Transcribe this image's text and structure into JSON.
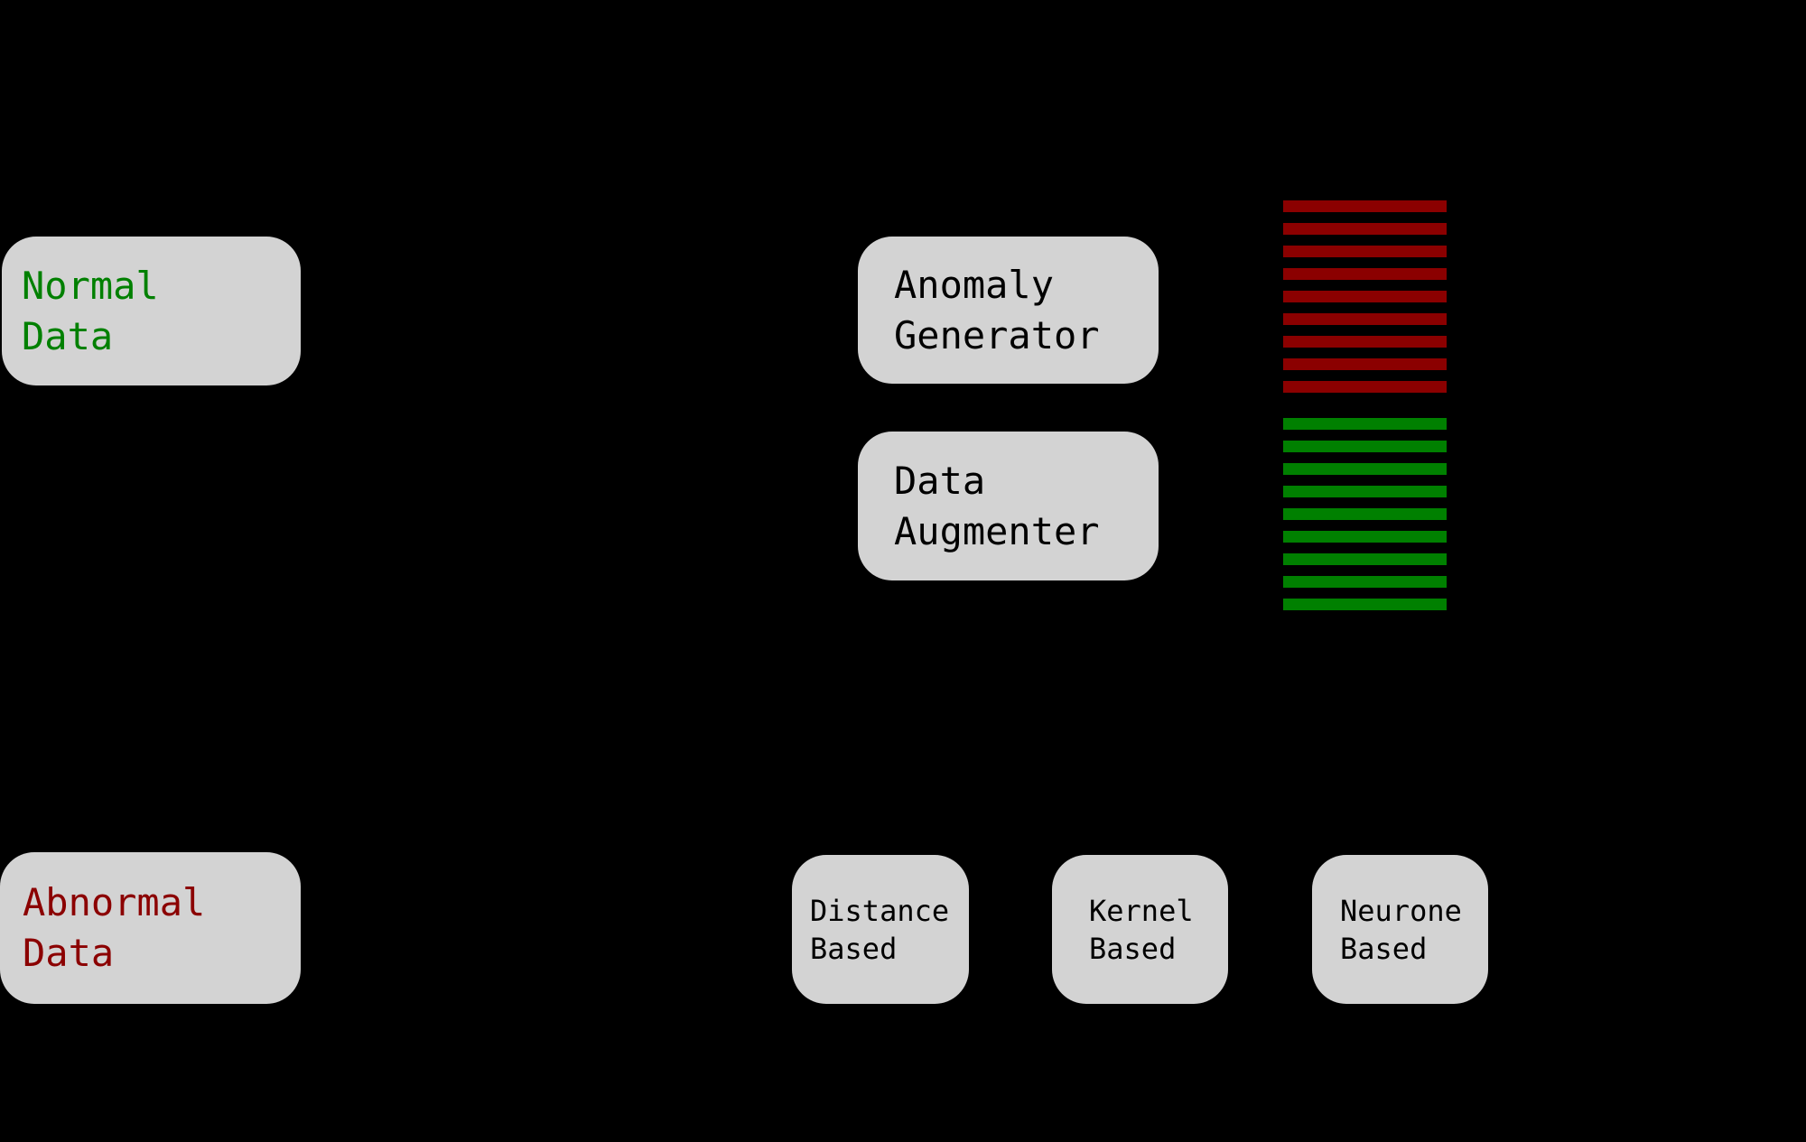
{
  "diagram": {
    "background_color": "#000000",
    "node_fill_color": "#d3d3d3",
    "nodes": {
      "normal_data": {
        "label": "Normal\nData",
        "text_color": "#008000"
      },
      "anomaly_generator": {
        "label": "Anomaly\nGenerator",
        "text_color": "#000000"
      },
      "data_augmenter": {
        "label": "Data\nAugmenter",
        "text_color": "#000000"
      },
      "abnormal_data": {
        "label": "Abnormal\nData",
        "text_color": "#8b0000"
      },
      "distance_based": {
        "label": "Distance\nBased",
        "text_color": "#000000"
      },
      "kernel_based": {
        "label": "Kernel\nBased",
        "text_color": "#000000"
      },
      "neurone_based": {
        "label": "Neurone\nBased",
        "text_color": "#000000"
      }
    },
    "stripe_stacks": [
      {
        "name": "anomalous-data-stripes",
        "color": "#8b0000",
        "count": 9
      },
      {
        "name": "augmented-data-stripes",
        "color": "#008000",
        "count": 9
      }
    ]
  }
}
